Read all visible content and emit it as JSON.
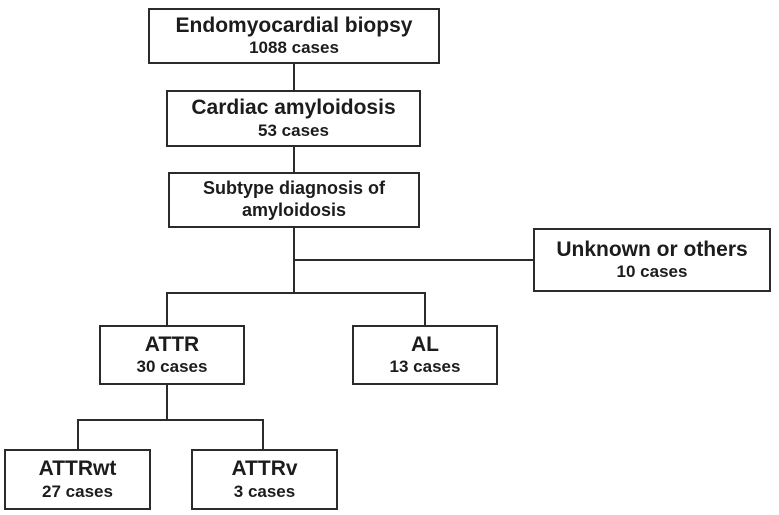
{
  "diagram": {
    "title": "Endomyocardial biopsy amyloidosis subtype flowchart",
    "colors": {
      "background": "#ffffff",
      "border": "#2b2b2b",
      "text": "#1c1c1c",
      "line": "#2b2b2b"
    },
    "nodes": {
      "biopsy": {
        "line1": "Endomyocardial biopsy",
        "line2": "1088 cases"
      },
      "cardiac": {
        "line1": "Cardiac amyloidosis",
        "line2": "53 cases"
      },
      "subtype": {
        "line1": "Subtype diagnosis of",
        "line2": "amyloidosis"
      },
      "unknown": {
        "line1": "Unknown or others",
        "line2": "10 cases"
      },
      "attr": {
        "line1": "ATTR",
        "line2": "30 cases"
      },
      "al": {
        "line1": "AL",
        "line2": "13 cases"
      },
      "attrwt": {
        "line1": "ATTRwt",
        "line2": "27 cases"
      },
      "attrv": {
        "line1": "ATTRv",
        "line2": "3 cases"
      }
    },
    "edges": [
      {
        "from": "Endomyocardial biopsy",
        "to": "Cardiac amyloidosis"
      },
      {
        "from": "Cardiac amyloidosis",
        "to": "Subtype diagnosis of amyloidosis"
      },
      {
        "from": "Subtype diagnosis of amyloidosis",
        "to": "Unknown or others"
      },
      {
        "from": "Subtype diagnosis of amyloidosis",
        "to": "ATTR"
      },
      {
        "from": "Subtype diagnosis of amyloidosis",
        "to": "AL"
      },
      {
        "from": "ATTR",
        "to": "ATTRwt"
      },
      {
        "from": "ATTR",
        "to": "ATTRv"
      }
    ]
  }
}
